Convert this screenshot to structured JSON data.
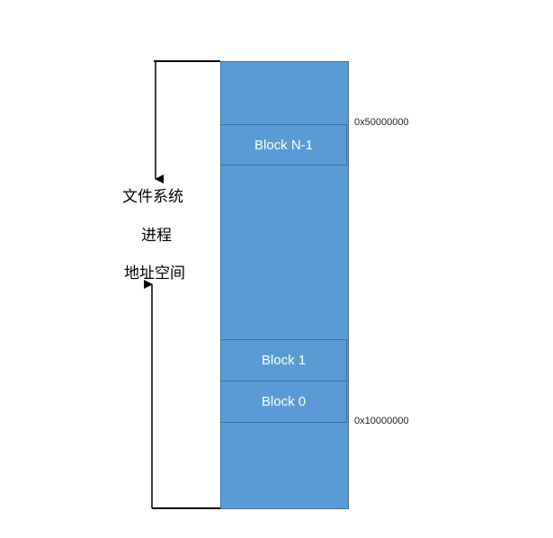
{
  "blocks": [
    {
      "label": "Block N-1"
    },
    {
      "label": "Block 1"
    },
    {
      "label": "Block 0"
    }
  ],
  "addresses": {
    "high": "0x50000000",
    "low": "0x10000000"
  },
  "side_label": [
    "文件系统",
    "进程",
    "地址空间"
  ],
  "colors": {
    "fill": "#5b9bd5",
    "border": "#41719c"
  }
}
